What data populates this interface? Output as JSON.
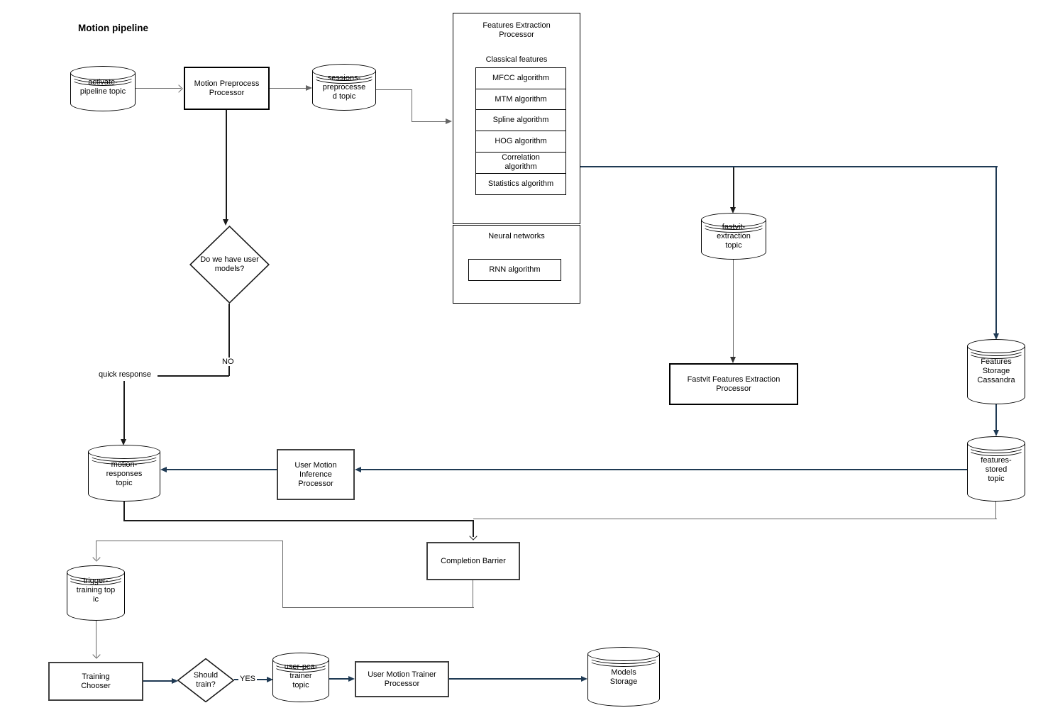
{
  "title": "Motion pipeline",
  "colors": {
    "navy": "#1f3a54",
    "gray": "#666666",
    "black": "#1a1a1a",
    "box_border_gray": "#404040",
    "background": "#ffffff"
  },
  "labels": {
    "no": "NO",
    "yes": "YES",
    "quick_response": "quick response"
  },
  "nodes": {
    "activate_topic": "activate-\npipeline topic",
    "preprocess": "Motion Preprocess\nProcessor",
    "sessions_topic": "sessions-\npreprocesse\nd topic",
    "user_models_decision": "Do we have user\nmodels?",
    "fastvit_topic": "fastvit-\nextraction\ntopic",
    "fastvit_processor": "Fastvit Features Extraction\nProcessor",
    "cassandra": "Features\nStorage\nCassandra",
    "features_stored_topic": "features-\nstored\ntopic",
    "inference_processor": "User Motion\nInference\nProcessor",
    "motion_responses_topic": "motion-\nresponses\ntopic",
    "completion_barrier": "Completion Barrier",
    "trigger_training_topic": "trigger-\ntraining top\nic",
    "training_chooser": "Training\nChooser",
    "should_train_decision": "Should\ntrain?",
    "user_pca_topic": "user-pca-\ntrainer\ntopic",
    "trainer_processor": "User Motion Trainer\nProcessor",
    "models_storage": "Models\nStorage"
  },
  "features_box": {
    "title": "Features Extraction\nProcessor",
    "subtitle": "Classical features",
    "algorithms": [
      "MFCC algorithm",
      "MTM algorithm",
      "Spline algorithm",
      "HOG algorithm",
      "Correlation\nalgorithm",
      "Statistics algorithm"
    ],
    "neural_title": "Neural networks",
    "neural_algorithm": "RNN algorithm"
  }
}
